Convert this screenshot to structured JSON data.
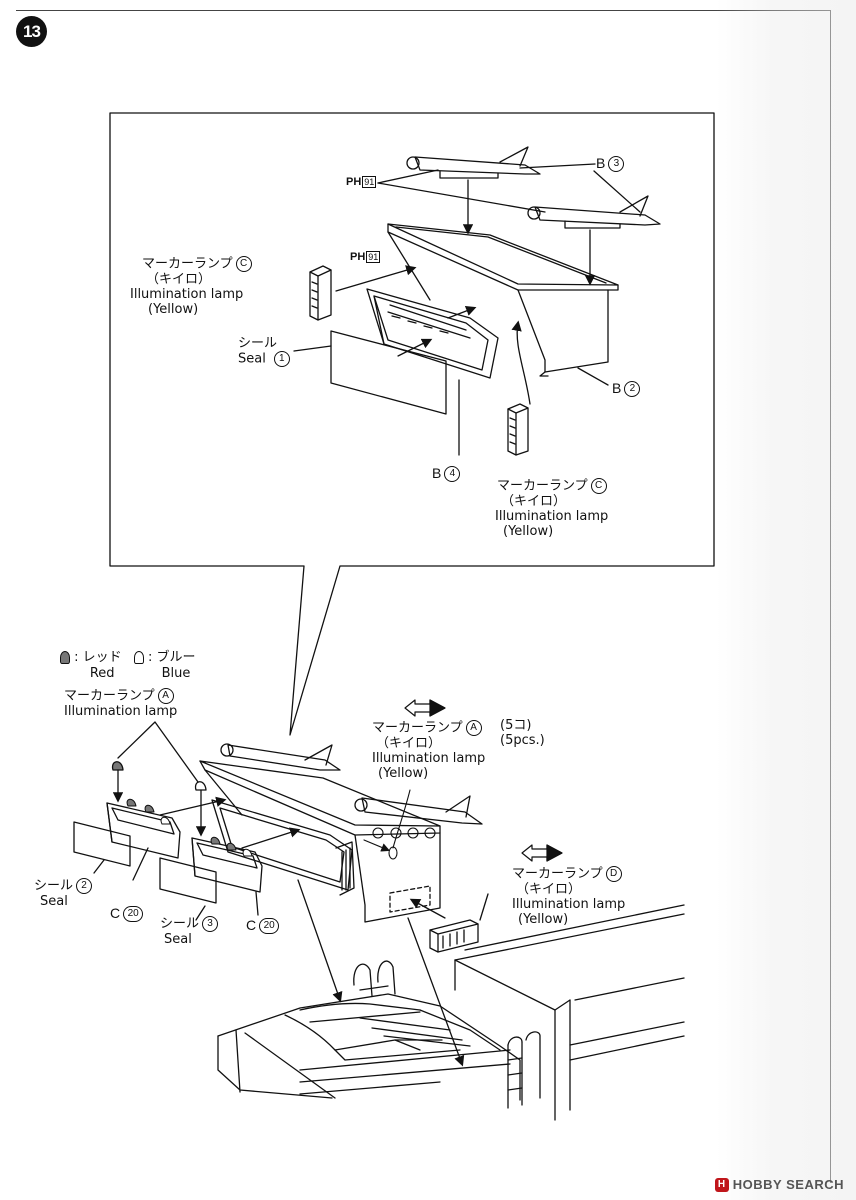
{
  "step_number": "13",
  "labels": {
    "marker_c_top": {
      "jp": "マーカーランプ",
      "code": "C",
      "jp2": "（キイロ）",
      "en": "Illumination lamp",
      "en2": "(Yellow)"
    },
    "marker_c_bottom": {
      "jp": "マーカーランプ",
      "code": "C",
      "jp2": "（キイロ）",
      "en": "Illumination lamp",
      "en2": "(Yellow)"
    },
    "seal_1": {
      "jp": "シール",
      "en": "Seal",
      "num": "1"
    },
    "b3": {
      "part": "B",
      "num": "3"
    },
    "b2": {
      "part": "B",
      "num": "2"
    },
    "b4": {
      "part": "B",
      "num": "4"
    },
    "ph_top": {
      "text": "PH",
      "num": "91"
    },
    "ph_mid": {
      "text": "PH",
      "num": "91"
    },
    "color_key": {
      "red_jp": "レッド",
      "red_en": "Red",
      "blue_jp": "ブルー",
      "blue_en": "Blue",
      "sep": ":"
    },
    "marker_a_left": {
      "jp": "マーカーランプ",
      "code": "A",
      "en": "Illumination lamp"
    },
    "marker_a_right": {
      "jp": "マーカーランプ",
      "code": "A",
      "jp2": "（キイロ）",
      "en": "Illumination lamp",
      "en2": "(Yellow)",
      "qty_jp": "(5コ)",
      "qty_en": "(5pcs.)"
    },
    "marker_d": {
      "jp": "マーカーランプ",
      "code": "D",
      "jp2": "（キイロ）",
      "en": "Illumination lamp",
      "en2": "(Yellow)"
    },
    "seal_2": {
      "jp": "シール",
      "en": "Seal",
      "num": "2"
    },
    "seal_3": {
      "jp": "シール",
      "en": "Seal",
      "num": "3"
    },
    "c20_left": {
      "part": "C",
      "num": "20"
    },
    "c20_right": {
      "part": "C",
      "num": "20"
    }
  },
  "watermark": {
    "logo": "H",
    "text": "HOBBY SEARCH"
  },
  "colors": {
    "ink": "#111111",
    "paper": "#ffffff",
    "watermark_red": "#c0161b"
  }
}
